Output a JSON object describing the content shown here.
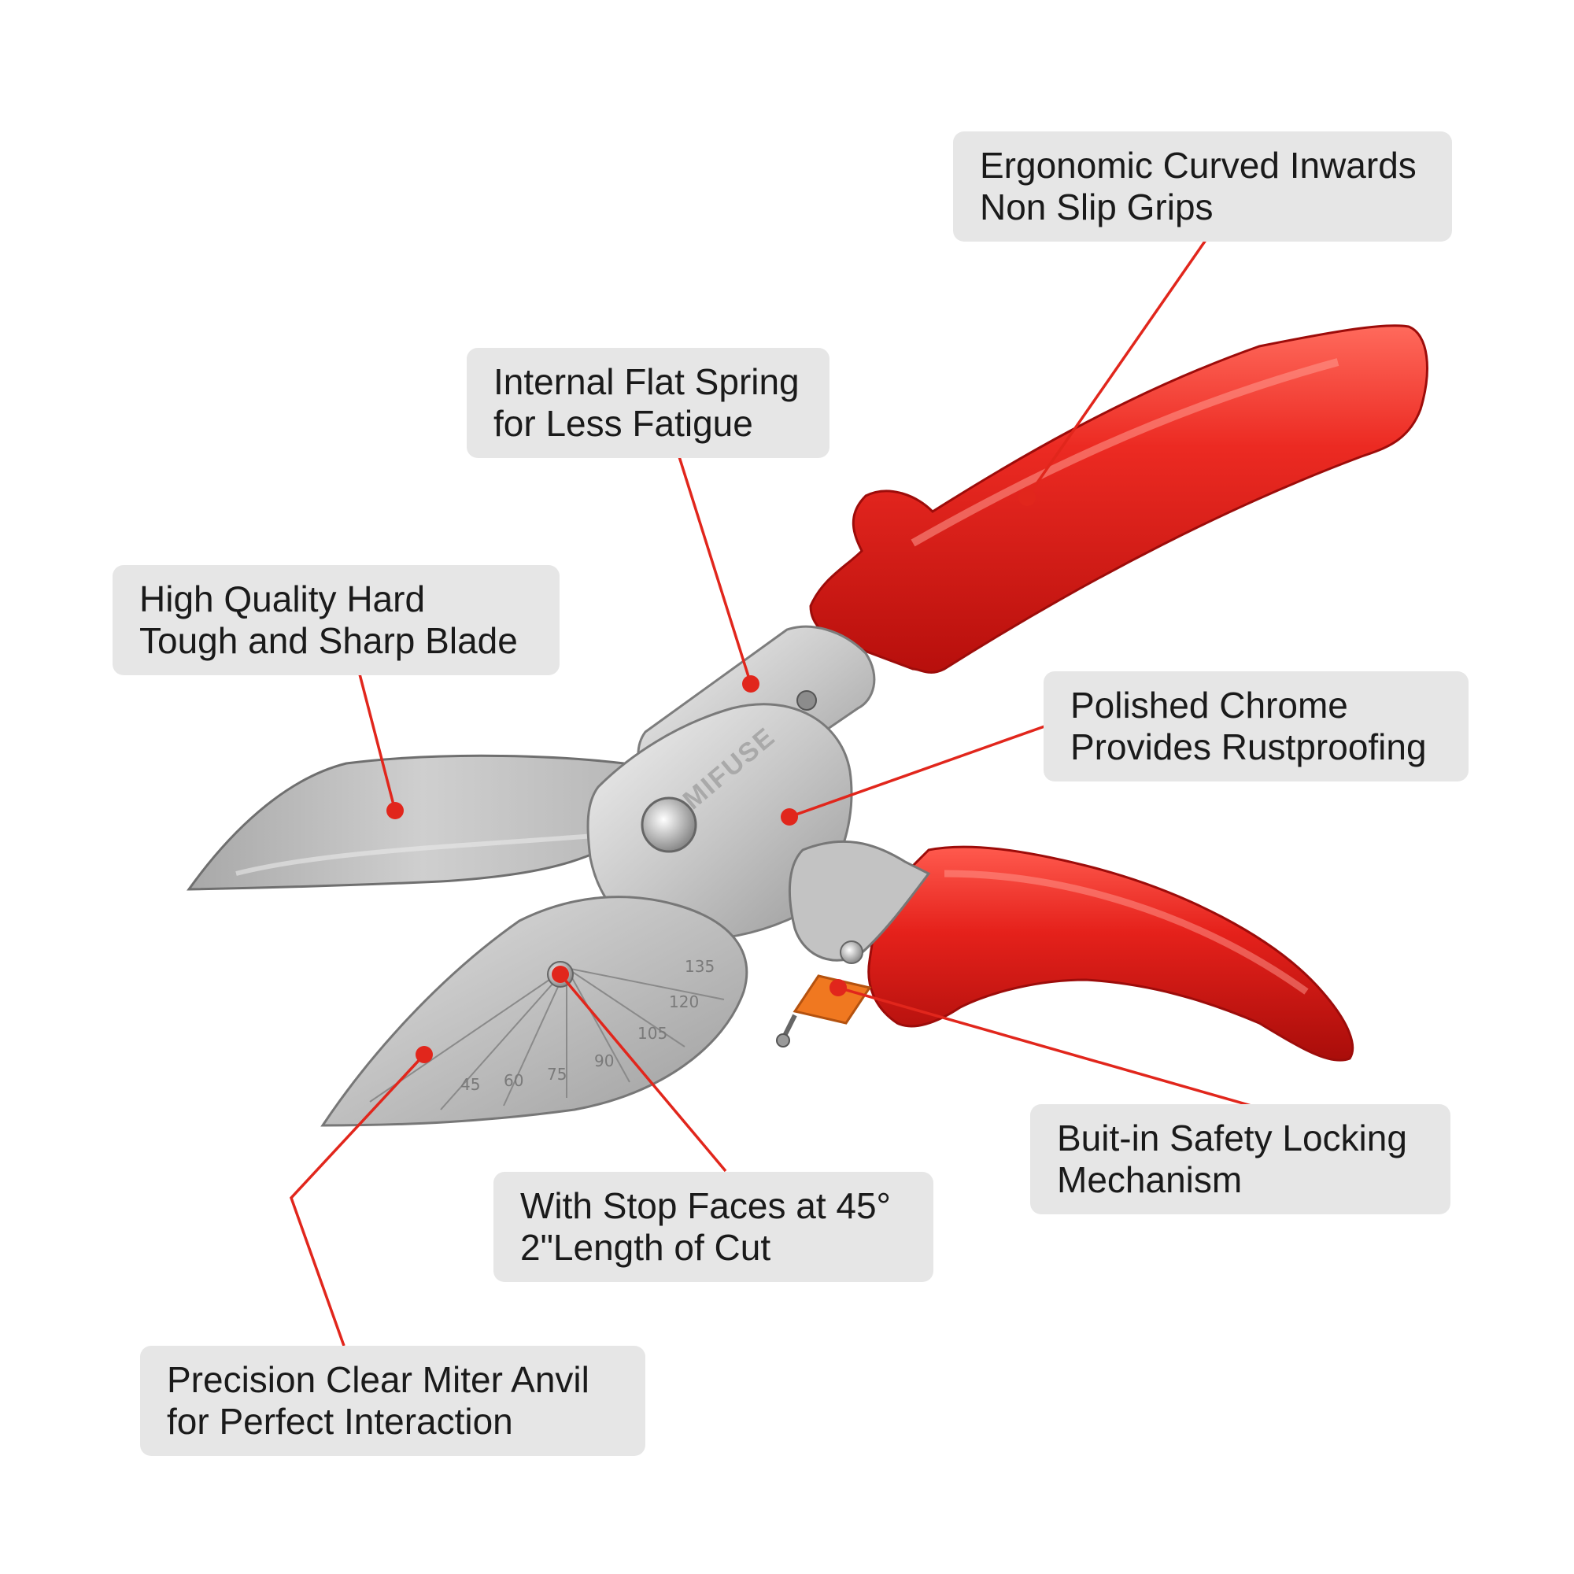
{
  "brand": "MIFUSE",
  "callouts": {
    "grips": {
      "line1": "Ergonomic Curved Inwards",
      "line2": "Non Slip Grips"
    },
    "spring": {
      "line1": "Internal Flat Spring",
      "line2": "for Less Fatigue"
    },
    "blade": {
      "line1": "High Quality Hard",
      "line2": "Tough and Sharp Blade"
    },
    "chrome": {
      "line1": "Polished Chrome",
      "line2": "Provides Rustproofing"
    },
    "lock": {
      "line1": "Buit-in Safety Locking",
      "line2": "Mechanism"
    },
    "stop": {
      "line1": "With Stop Faces at 45°",
      "line2": "2\"Length of Cut"
    },
    "anvil": {
      "line1": "Precision Clear Miter Anvil",
      "line2": "for Perfect Interaction"
    }
  },
  "anvil_scale_labels": [
    "45",
    "60",
    "75",
    "90",
    "105",
    "120",
    "135"
  ],
  "colors": {
    "leader": "#e1261c",
    "handle": "#e8231e",
    "callout_bg": "#e6e6e6",
    "lock_button": "#f07820"
  }
}
